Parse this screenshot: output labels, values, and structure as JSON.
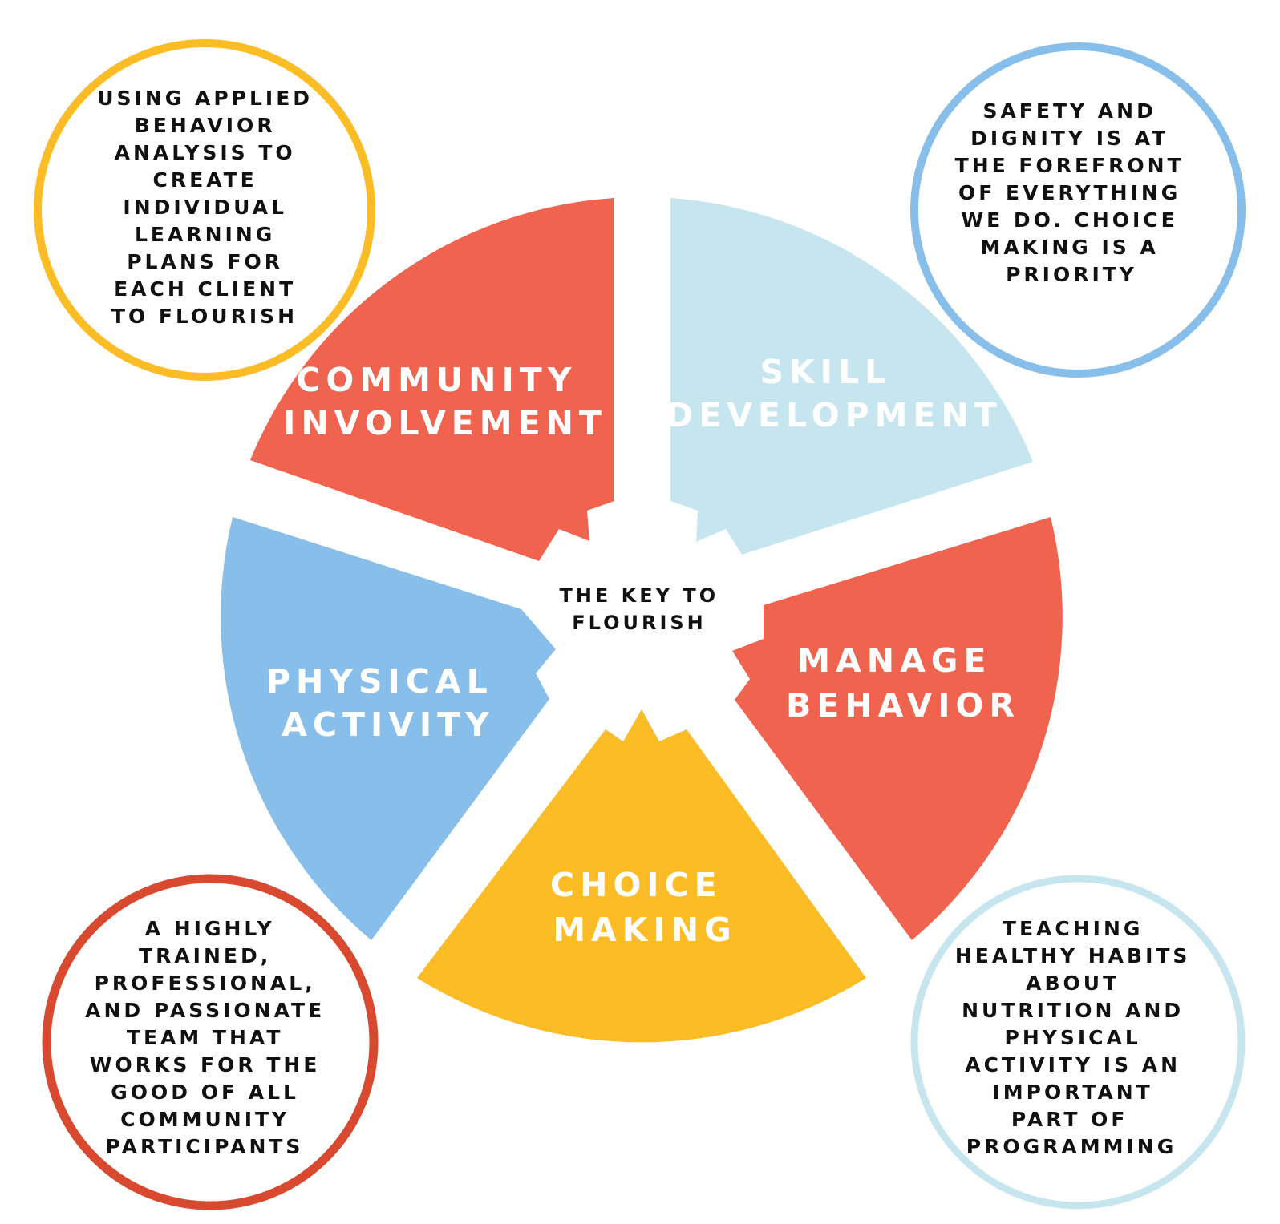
{
  "center": {
    "lines": [
      "THE KEY TO",
      "FLOURISH"
    ]
  },
  "segments": [
    {
      "id": "community-involvement",
      "lines": [
        "COMMUNITY",
        "INVOLVEMENT"
      ],
      "color": "#EF634F"
    },
    {
      "id": "skill-development",
      "lines": [
        "SKILL",
        "DEVELOPMENT"
      ],
      "color": "#C7E5EE"
    },
    {
      "id": "manage-behavior",
      "lines": [
        "MANAGE",
        "BEHAVIOR"
      ],
      "color": "#EF634F"
    },
    {
      "id": "choice-making",
      "lines": [
        "CHOICE",
        "MAKING"
      ],
      "color": "#FBBC25"
    },
    {
      "id": "physical-activity",
      "lines": [
        "PHYSICAL",
        "ACTIVITY"
      ],
      "color": "#88BFEA"
    }
  ],
  "bubbles": [
    {
      "id": "top-left",
      "color": "#FBBC25",
      "lines": [
        "USING APPLIED",
        "BEHAVIOR",
        "ANALYSIS TO",
        "CREATE",
        "INDIVIDUAL",
        "LEARNING",
        "PLANS FOR",
        "EACH CLIENT",
        "TO FLOURISH"
      ]
    },
    {
      "id": "top-right",
      "color": "#88BFEA",
      "lines": [
        "SAFETY AND",
        "DIGNITY IS AT",
        "THE FOREFRONT",
        "OF EVERYTHING",
        "WE DO. CHOICE",
        "MAKING IS A",
        "PRIORITY"
      ]
    },
    {
      "id": "bottom-left",
      "color": "#D9492F",
      "lines": [
        "A HIGHLY",
        "TRAINED,",
        "PROFESSIONAL,",
        "AND PASSIONATE",
        "TEAM THAT",
        "WORKS FOR THE",
        "GOOD OF ALL",
        "COMMUNITY",
        "PARTICIPANTS"
      ]
    },
    {
      "id": "bottom-right",
      "color": "#C7E5EE",
      "lines": [
        "TEACHING",
        "HEALTHY HABITS",
        "ABOUT",
        "NUTRITION AND",
        "PHYSICAL",
        "ACTIVITY IS AN",
        "IMPORTANT",
        "PART OF",
        "PROGRAMMING"
      ]
    }
  ]
}
